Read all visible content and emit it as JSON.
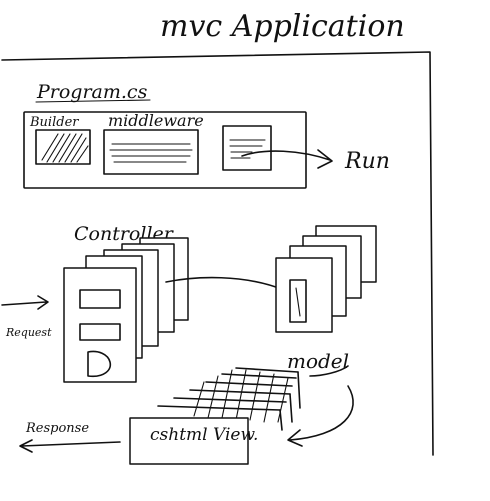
{
  "diagram": {
    "title": "mvc Application",
    "program_label": "Program.cs",
    "builder_label": "Builder",
    "middleware_label": "middleware",
    "run_label": "Run",
    "controller_label": "Controller",
    "request_label": "Request",
    "model_label": "model",
    "view_label": "cshtml View.",
    "response_label": "Response"
  }
}
